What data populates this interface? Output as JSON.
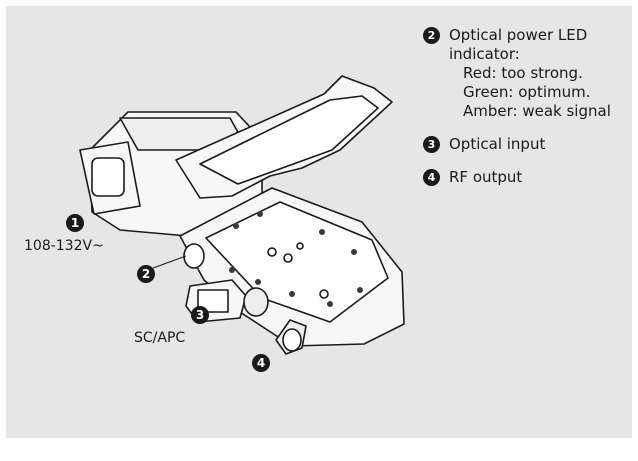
{
  "callouts": [
    {
      "number": "1",
      "label": "108-132V~"
    },
    {
      "number": "2"
    },
    {
      "number": "3",
      "label": "SC/APC"
    },
    {
      "number": "4"
    }
  ],
  "legend": [
    {
      "number": "2",
      "title": "Optical power LED",
      "title2": "indicator:",
      "lines": [
        "Red: too strong.",
        "Green: optimum.",
        "Amber: weak signal"
      ]
    },
    {
      "number": "3",
      "title": "Optical input"
    },
    {
      "number": "4",
      "title": "RF output"
    }
  ]
}
